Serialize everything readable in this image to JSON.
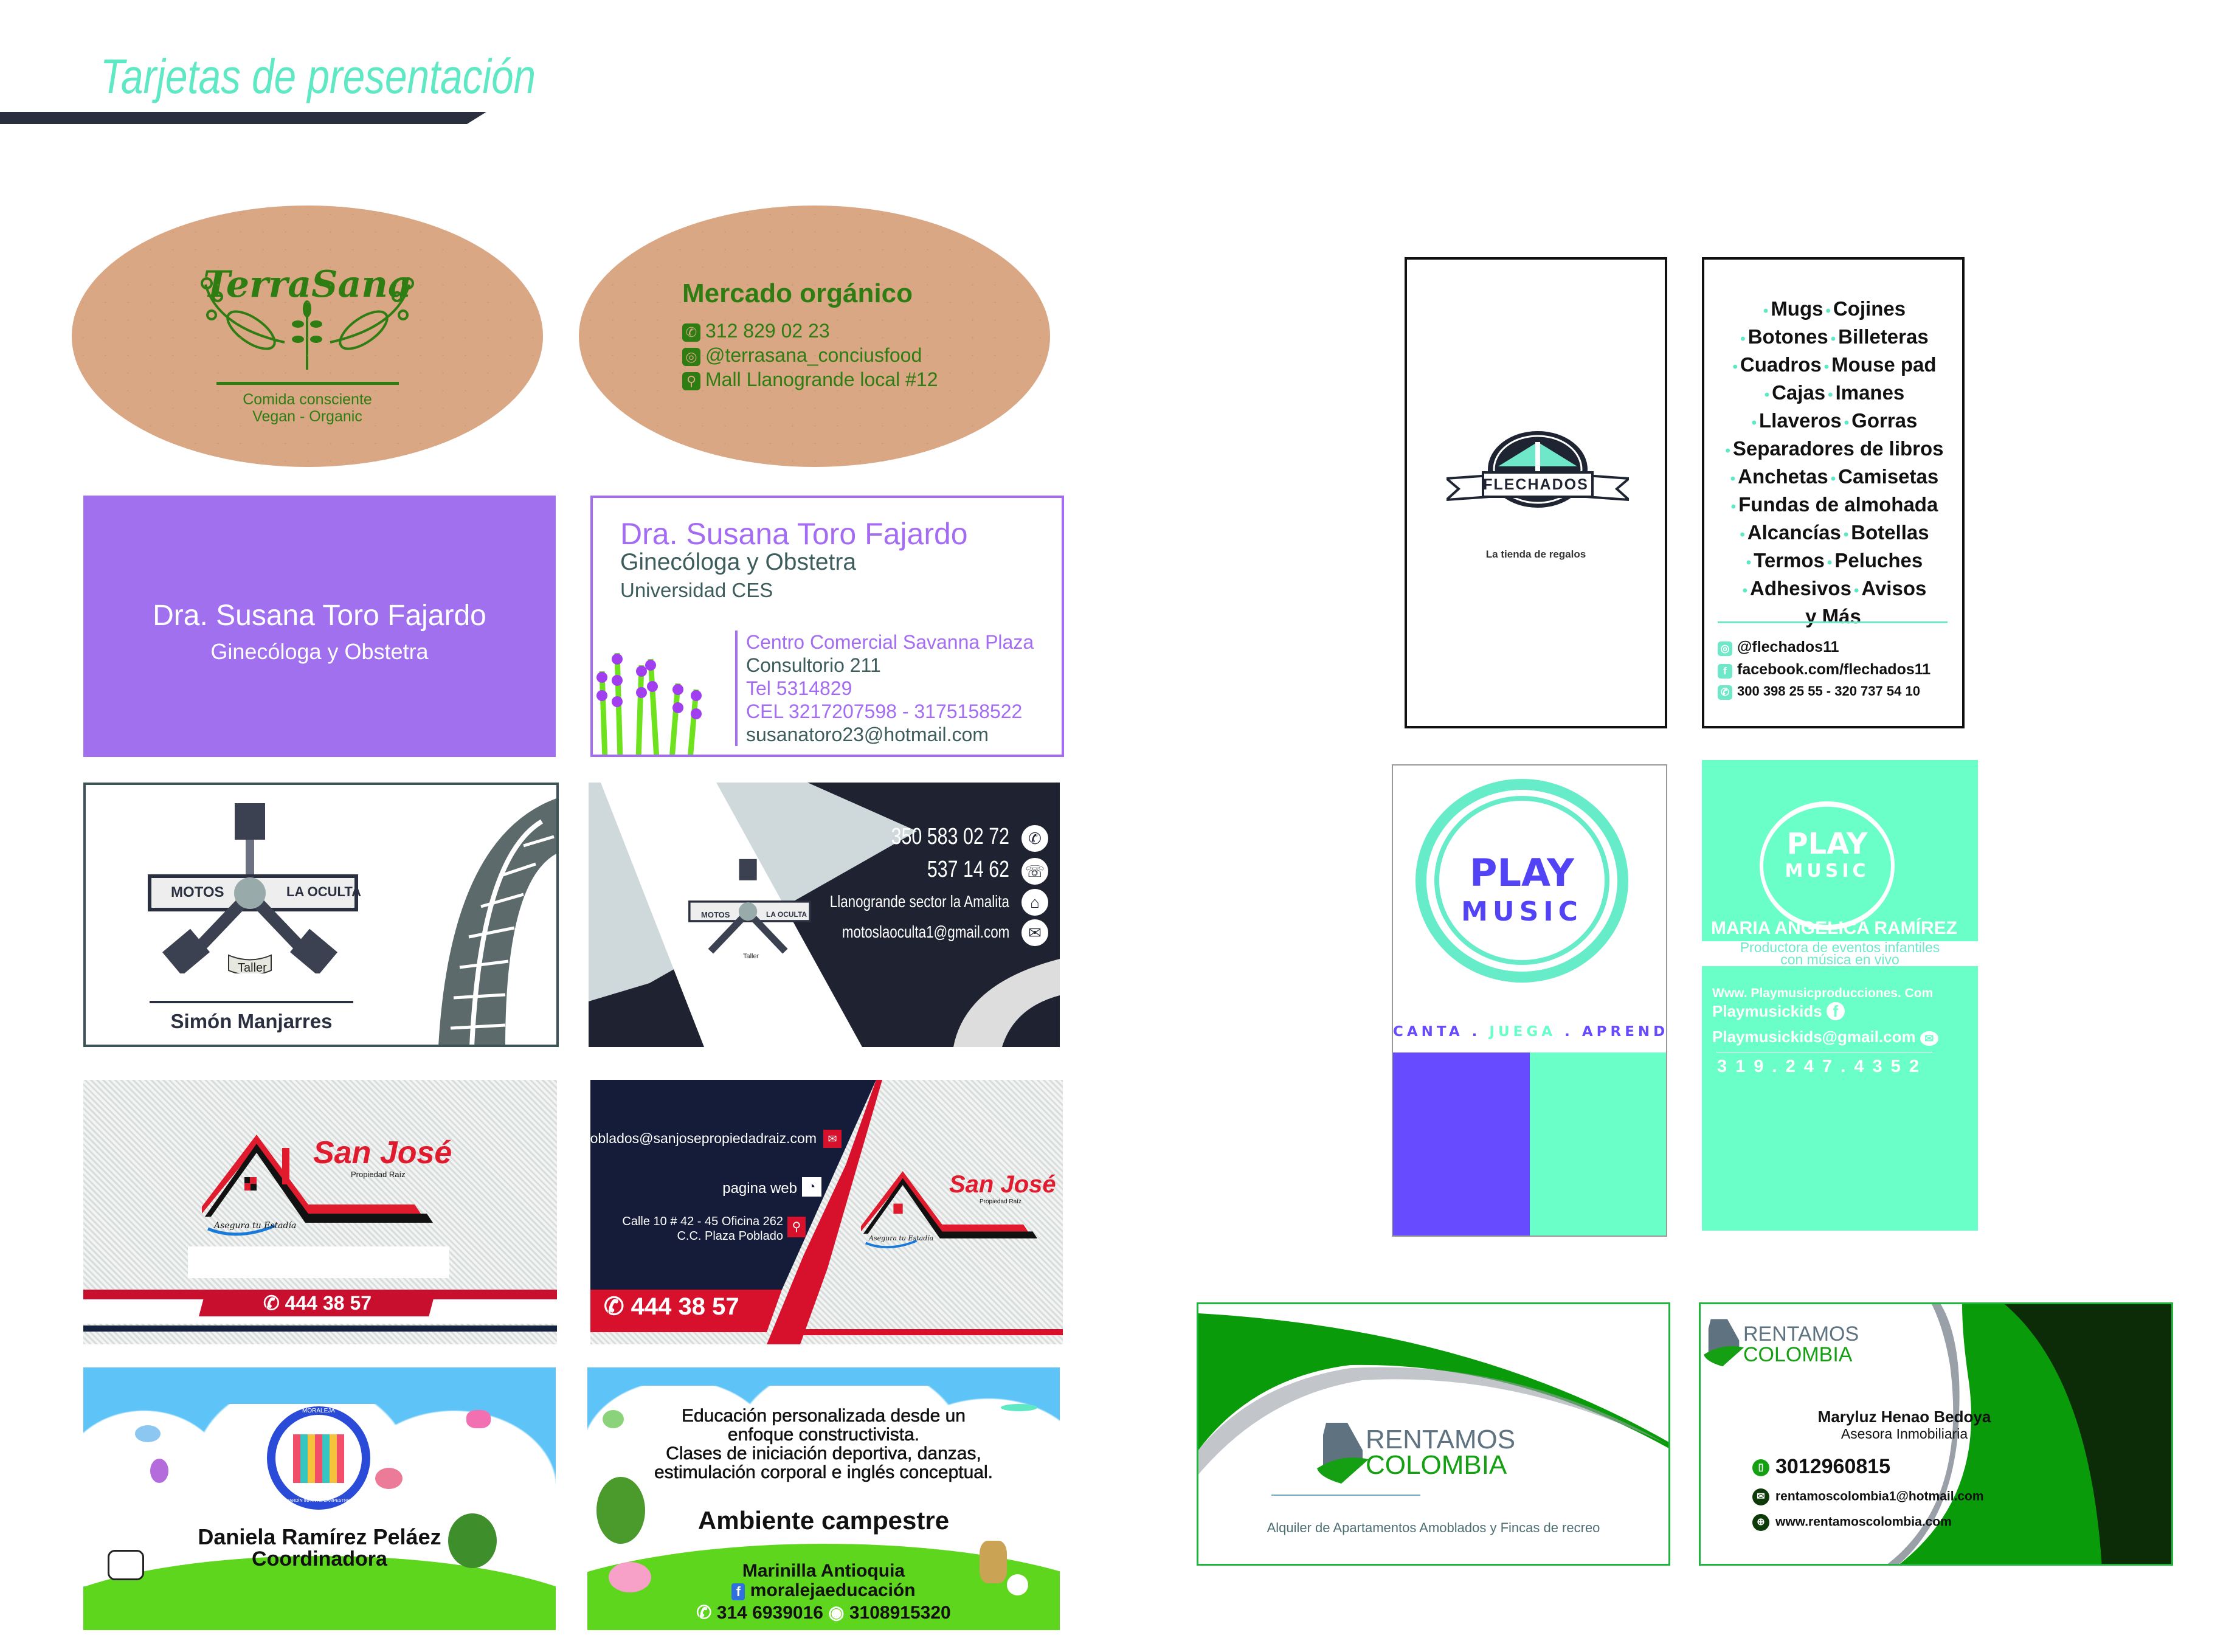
{
  "page": {
    "title": "Tarjetas de presentación"
  },
  "colors": {
    "accent": "#5ee8c4",
    "dark": "#2a2e3d",
    "kraft": "#d9a784",
    "green": "#2e7d12",
    "purple": "#a36cf2",
    "play_purple": "#674cff",
    "play_teal": "#6affc8",
    "rentamos_green": "#1e9e16",
    "sanjose_red": "#d7102b",
    "sanjose_navy": "#141c3a"
  },
  "terrasana_front": {
    "logo": "TerraSana",
    "line1": "Comida consciente",
    "line2": "Vegan - Organic"
  },
  "terrasana_back": {
    "title": "Mercado orgánico",
    "phone": "312 829 02 23",
    "instagram": "@terrasana_conciusfood",
    "address": "Mall Llanogrande local #12"
  },
  "susana_front": {
    "name": "Dra. Susana Toro Fajardo",
    "profession": "Ginecóloga y Obstetra"
  },
  "susana_back": {
    "name": "Dra. Susana Toro Fajardo",
    "profession": "Ginecóloga y Obstetra",
    "university": "Universidad CES",
    "place": "Centro Comercial Savanna Plaza",
    "office": "Consultorio 211",
    "tel": "Tel 5314829",
    "cel": "CEL 3217207598 - 3175158522",
    "email": "susanatoro23@hotmail.com"
  },
  "motos_front": {
    "logo_left": "MOTOS",
    "logo_right": "LA OCULTA",
    "logo_bottom": "Taller",
    "name": "Simón Manjarres"
  },
  "motos_back": {
    "logo_left": "MOTOS",
    "logo_right": "LA OCULTA",
    "logo_bottom": "Taller",
    "whatsapp": "350 583 02 72",
    "phone": "537 14 62",
    "address": "Llanogrande sector la Amalita",
    "email": "motoslaoculta1@gmail.com"
  },
  "sanjose_front": {
    "brand": "San José",
    "sub": "Propiedad Raíz",
    "slogan": "Asegura tu Estadía",
    "phone": "444 38 57"
  },
  "sanjose_back": {
    "brand": "San José",
    "sub": "Propiedad Raíz",
    "slogan": "Asegura tu Estadía",
    "email": "amoblados@sanjosepropiedadraiz.com",
    "web": "pagina web",
    "address1": "Calle 10 # 42 - 45 Oficina 262",
    "address2": "C.C. Plaza Poblado",
    "phone": "444 38 57"
  },
  "moraleja_front": {
    "logo_top": "MORALEJA",
    "logo_bottom": "JARDÍN INFANTIL CAMPESTRE",
    "name": "Daniela Ramírez Peláez",
    "role": "Coordinadora"
  },
  "moraleja_back": {
    "line1": "Educación personalizada desde un",
    "line2": "enfoque constructivista.",
    "line3": "Clases de iniciación deportiva, danzas,",
    "line4": "estimulación corporal e inglés conceptual.",
    "highlight": "Ambiente campestre",
    "city": "Marinilla Antioquia",
    "facebook": "moralejaeducación",
    "phone": "314 6939016",
    "whatsapp": "3108915320"
  },
  "flechados_front": {
    "logo": "FLECHADOS",
    "tagline": "La tienda de regalos"
  },
  "flechados_back": {
    "lines": [
      [
        "Mugs",
        "Cojines"
      ],
      [
        "Botones",
        "Billeteras"
      ],
      [
        "Cuadros",
        "Mouse pad"
      ],
      [
        "Cajas",
        "Imanes"
      ],
      [
        "Llaveros",
        "Gorras"
      ],
      [
        "Separadores de libros"
      ],
      [
        "Anchetas",
        "Camisetas"
      ],
      [
        "Fundas de almohada"
      ],
      [
        "Alcancías",
        "Botellas"
      ],
      [
        "Termos",
        "Peluches"
      ],
      [
        "Adhesivos",
        "Avisos"
      ]
    ],
    "more": "y Más",
    "instagram": "@flechados11",
    "facebook": "facebook.com/flechados11",
    "whatsapp": "300 398 25 55 - 320 737 54 10"
  },
  "playmusic_front": {
    "logo_top": "PLAY",
    "logo_bottom": "MUSIC",
    "slogan_1": "CANTA",
    "slogan_2": "JUEGA",
    "slogan_3": "APRENDE",
    "sep": "."
  },
  "playmusic_back": {
    "logo_top": "PLAY",
    "logo_bottom": "MUSIC",
    "name": "MARIA ANGELICA RAMÍREZ",
    "desc1": "Productora de eventos infantiles",
    "desc2": "con música en vivo",
    "web": "Www. Playmusicproducciones. Com",
    "facebook": "Playmusickids",
    "email": "Playmusickids@gmail.com",
    "phone": "3 1 9 . 2 4 7 . 4 3 5 2"
  },
  "rentamos_front": {
    "logo_1": "RENTAMOS",
    "logo_2": "COLOMBIA",
    "tagline": "Alquiler de Apartamentos Amoblados y Fincas de recreo"
  },
  "rentamos_back": {
    "logo_1": "RENTAMOS",
    "logo_2": "COLOMBIA",
    "name": "Maryluz Henao Bedoya",
    "role": "Asesora Inmobiliaria",
    "phone": "3012960815",
    "email": "rentamoscolombia1@hotmail.com",
    "web": "www.rentamoscolombia.com"
  }
}
